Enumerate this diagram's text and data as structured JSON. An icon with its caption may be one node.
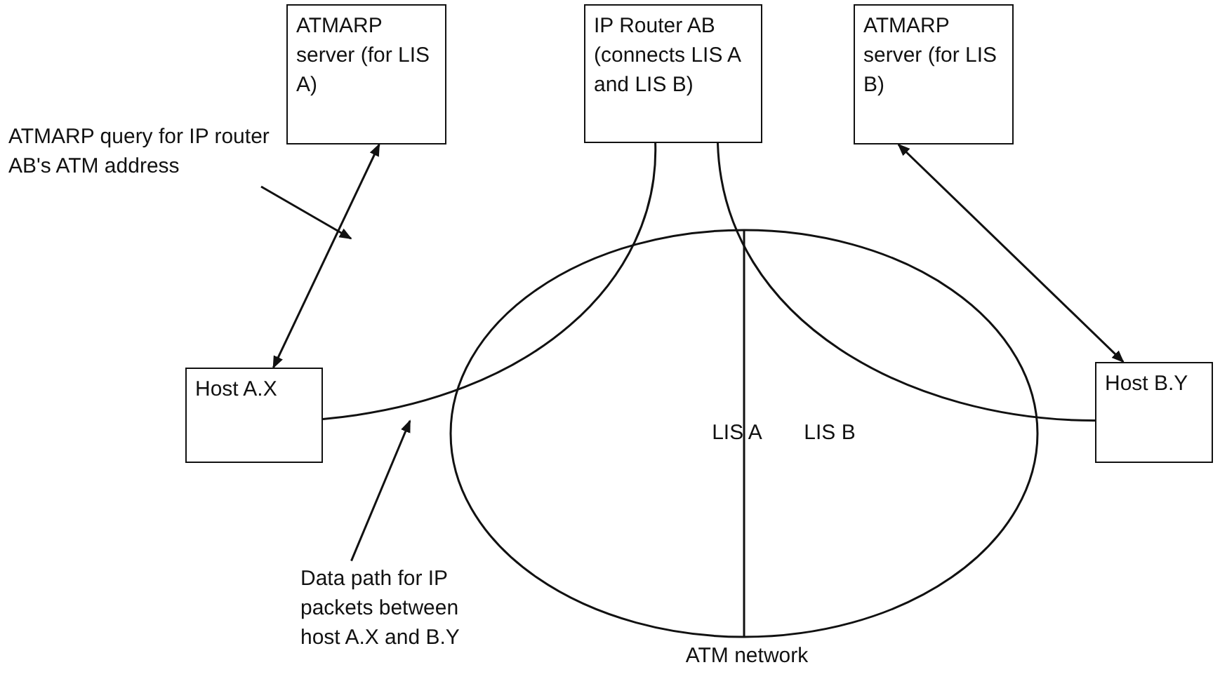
{
  "diagram": {
    "nodes": [
      {
        "text": [
          "ATMARP server (for LIS A)"
        ]
      },
      {
        "text": [
          "IP Router AB (connects LIS A and LIS B)"
        ]
      },
      {
        "text": [
          "ATMARP server (for LIS B)"
        ]
      },
      {
        "text": [
          "ATMARP query for IP router AB's ATM address"
        ]
      },
      {
        "text": [
          "Host A.X"
        ]
      },
      {
        "text": [
          "ATM network"
        ]
      },
      {
        "text": [
          "LIS A"
        ],
        "in": 5
      },
      {
        "text": [
          "LIS B"
        ],
        "in": 5
      },
      {
        "text": [
          "Host B.Y"
        ]
      },
      {
        "text": [
          "Data path for IP packets between host A.X and B.Y"
        ]
      }
    ],
    "edges": [
      {
        "from": 0,
        "to": 4,
        "arrow": "both"
      },
      {
        "from": 4,
        "to": 1,
        "arrow": "none"
      },
      {
        "from": 1,
        "to": 8,
        "arrow": "none"
      },
      {
        "from": 2,
        "to": 8,
        "arrow": "both"
      },
      {
        "from": 3,
        "to": null,
        "arrow": "to"
      },
      {
        "from": 9,
        "to": null,
        "arrow": "to"
      }
    ]
  }
}
